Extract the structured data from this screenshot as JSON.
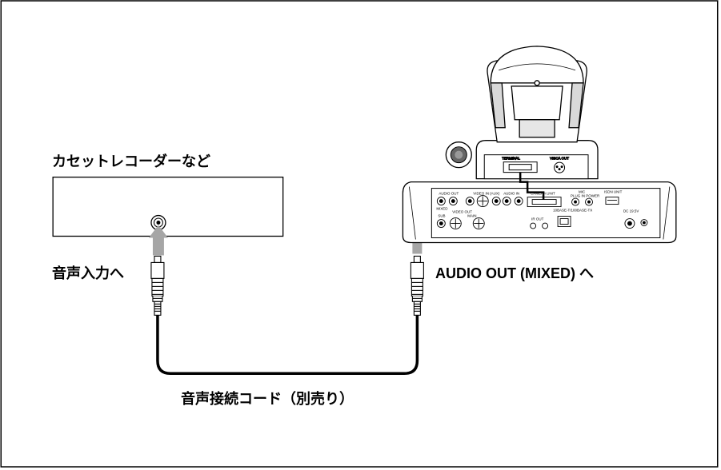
{
  "labels": {
    "cassette_recorder": "カセットレコーダーなど",
    "audio_input": "音声入力へ",
    "audio_out_mixed": "AUDIO OUT (MIXED) へ",
    "audio_cord": "音声接続コード（別売り）"
  },
  "panel_text": {
    "audio_out": "AUDIO OUT",
    "mixed": "MIXED",
    "video_out": "VIDEO OUT",
    "video_in": "VIDEO IN (AUX)",
    "audio_in": "AUDIO IN",
    "camera_unit": "CAMERA UNIT",
    "mic": "MIC",
    "mic_sub": "PLUG IN POWER",
    "isdn_unit": "ISDN UNIT",
    "ir_out": "IR OUT",
    "lan": "10BASE-T/100BASE-TX",
    "dc_in": "DC 19.5V",
    "terminal": "TERMINAL",
    "vga_out": "VISCA OUT",
    "sub": "SUB",
    "main": "MAIN"
  }
}
